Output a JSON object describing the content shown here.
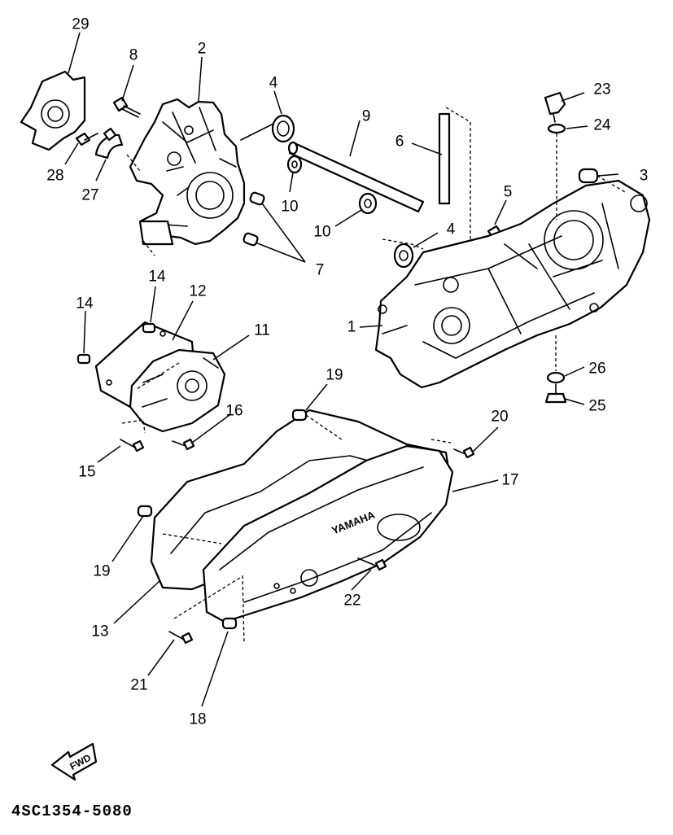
{
  "callouts": {
    "c1": "1",
    "c2": "2",
    "c3": "3",
    "c4a": "4",
    "c4b": "4",
    "c5": "5",
    "c6": "6",
    "c7": "7",
    "c8": "8",
    "c9": "9",
    "c10a": "10",
    "c10b": "10",
    "c11": "11",
    "c12": "12",
    "c13": "13",
    "c14a": "14",
    "c14b": "14",
    "c15": "15",
    "c16": "16",
    "c17": "17",
    "c18": "18",
    "c19a": "19",
    "c19b": "19",
    "c20": "20",
    "c21": "21",
    "c22": "22",
    "c23": "23",
    "c24": "24",
    "c25": "25",
    "c26": "26",
    "c27": "27",
    "c28": "28",
    "c29": "29"
  },
  "cover_logo": "YAMAHA",
  "forward_arrow": "FWD",
  "drawing_code": "4SC1354-5080"
}
